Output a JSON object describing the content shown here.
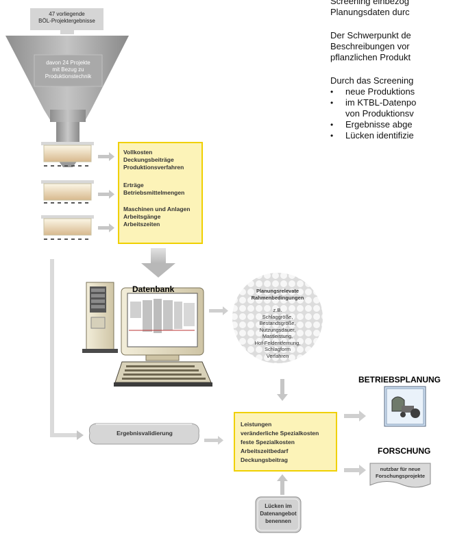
{
  "intro": {
    "line1": "Screening einbezog",
    "line2": "Planungsdaten durc",
    "para2_line1": "Der Schwerpunkt de",
    "para2_line2": "Beschreibungen vor",
    "para2_line3": "pflanzlichen Produkt",
    "para3_intro": "Durch das Screening",
    "bullets": [
      "neue Produktions",
      "im KTBL-Datenpo",
      "von Produktionsv",
      "Ergebnisse abge",
      "Lücken identifizie"
    ]
  },
  "funnel": {
    "top_box_line1": "47 vorliegende",
    "top_box_line2": "BÖL-Projektergebnisse",
    "inner_line1": "davon 24 Projekte",
    "inner_line2": "mit Bezug zu",
    "inner_line3": "Produktionstechnik"
  },
  "categories_box": {
    "g1": [
      "Vollkosten",
      "Deckungsbeiträge",
      "Produktionsverfahren"
    ],
    "g2": [
      "Erträge",
      "Betriebsmittelmengen"
    ],
    "g3": [
      "Maschinen und Anlagen",
      "Arbeitsgänge",
      "Arbeitszeiten"
    ]
  },
  "database_label": "Datenbank",
  "planning_circle": {
    "title_line1": "Planungsrelevate",
    "title_line2": "Rahmenbedingungen",
    "items": [
      "z.B.",
      "Schlaggröße,",
      "Bestandsgröße,",
      "Nutzungsdauer,",
      "Mastleistung,",
      "Hof-Feldentfernung,",
      "Schlagform",
      "Verfahren"
    ]
  },
  "validation_label": "Ergebnisvalidierung",
  "results_box": [
    "Leistungen",
    "veränderliche Spezialkosten",
    "feste Spezialkosten",
    "Arbeitszeitbedarf",
    "Deckungsbeitrag"
  ],
  "gaps_label_line1": "Lücken im",
  "gaps_label_line2": "Datenangebot",
  "gaps_label_line3": "benennen",
  "betriebsplanung_label": "BETRIEBSPLANUNG",
  "forschung_label": "FORSCHUNG",
  "forschung_box_line1": "nutzbar für neue",
  "forschung_box_line2": "Forschungsprojekte"
}
